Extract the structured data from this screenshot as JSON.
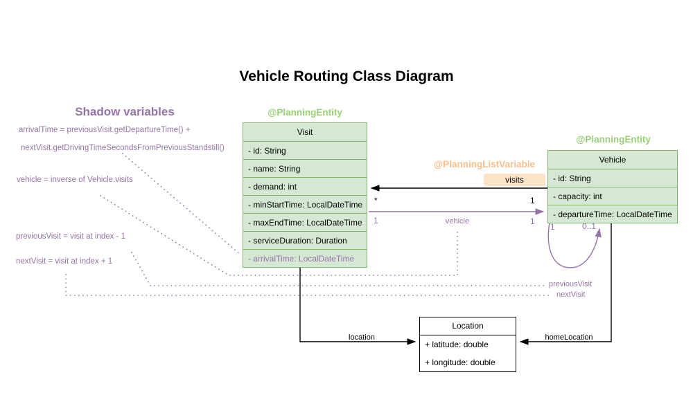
{
  "diagram": {
    "title": "Vehicle Routing Class Diagram"
  },
  "shadow_panel": {
    "heading": "Shadow variables",
    "lines": [
      "arrivalTime = previousVisit.getDepartureTime() +",
      "nextVisit.getDrivingTimeSecondsFromPreviousStandstill()",
      "vehicle = inverse of Vehicle.visits",
      "previousVisit = visit at index - 1",
      "nextVisit = visit at index + 1"
    ]
  },
  "visit": {
    "annotation": "@PlanningEntity",
    "name": "Visit",
    "fields": [
      "- id: String",
      "- name: String",
      "- demand: int",
      "- minStartTime: LocalDateTime",
      "- maxEndTime: LocalDateTime",
      "- serviceDuration: Duration",
      "- arrivalTime: LocalDateTime"
    ]
  },
  "vehicle": {
    "annotation": "@PlanningEntity",
    "name": "Vehicle",
    "fields": [
      "- id: String",
      "- capacity: int",
      "- departureTime: LocalDateTime"
    ]
  },
  "location": {
    "name": "Location",
    "fields": [
      "+ latitude: double",
      "+ longitude: double"
    ]
  },
  "edges": {
    "visits": {
      "annotation": "@PlanningListVariable",
      "label": "visits",
      "target_mult": "*",
      "source_mult": "1"
    },
    "vehicle": {
      "label": "vehicle",
      "left_mult": "1",
      "right_mult": "1"
    },
    "self_loop": {
      "left_mult": "1",
      "right_mult": "0..1"
    },
    "location": {
      "label": "location"
    },
    "home_location": {
      "label": "homeLocation"
    },
    "previous_visit": {
      "label": "previousVisit"
    },
    "next_visit": {
      "label": "nextVisit"
    }
  },
  "colors": {
    "class_fill": "#d5e8d4",
    "class_stroke": "#82b366",
    "entity_annotation": "#97d077",
    "list_annotation": "#fbbe8b",
    "visits_chip_fill": "#fbe4c8",
    "shadow_purple": "#9673a6",
    "edge_black": "#000000"
  }
}
